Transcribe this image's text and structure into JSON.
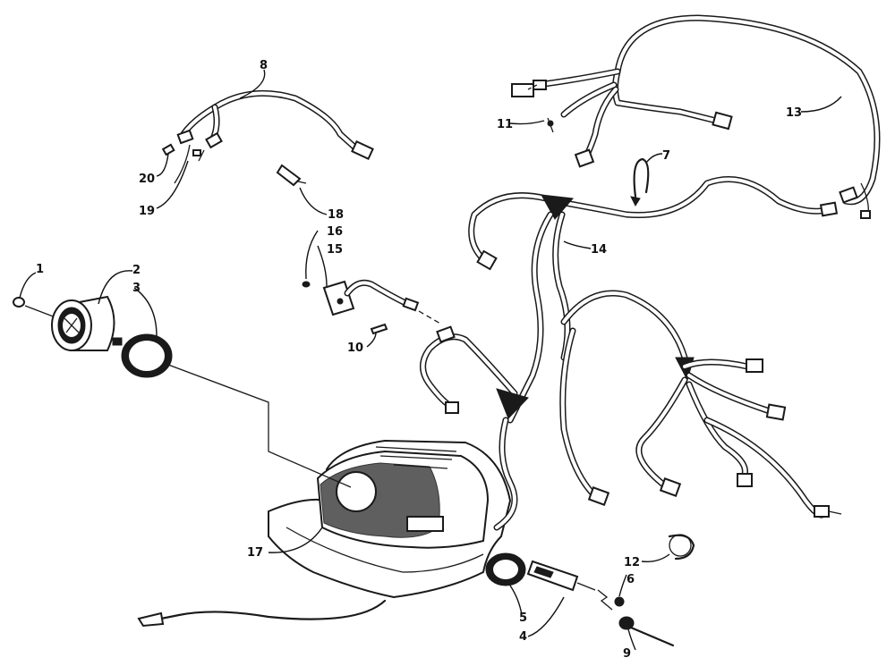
{
  "callouts": {
    "c1": "1",
    "c2": "2",
    "c3": "3",
    "c4": "4",
    "c5": "5",
    "c6": "6",
    "c7": "7",
    "c8": "8",
    "c9": "9",
    "c10": "10",
    "c11": "11",
    "c12": "12",
    "c13": "13",
    "c14": "14",
    "c15": "15",
    "c16": "16",
    "c17": "17",
    "c18": "18",
    "c19": "19",
    "c20": "20"
  },
  "icons": {
    "gauge": "gauge-icon",
    "harness": "wiring-harness-icon",
    "connector": "connector-icon",
    "hood": "console-hood-icon"
  }
}
